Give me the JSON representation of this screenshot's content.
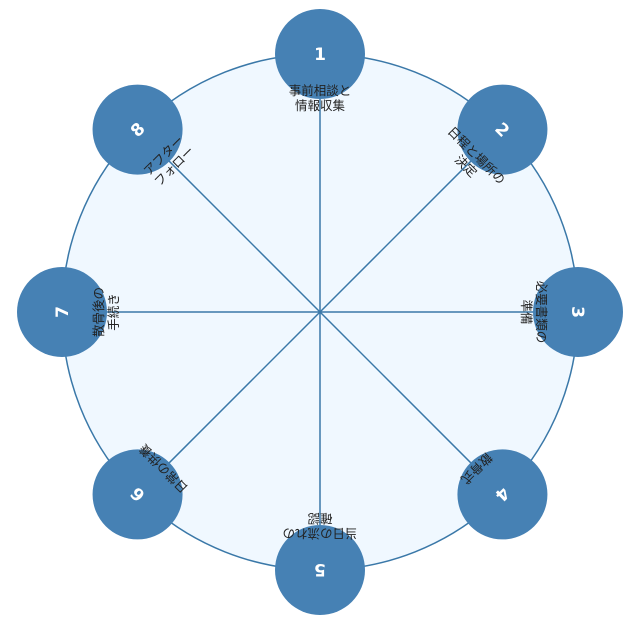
{
  "colors": {
    "node": "#4681b4",
    "ring": "#3a78a8",
    "fill": "#f0f8ff"
  },
  "steps": [
    {
      "number": "1",
      "lines": [
        "事前相談と",
        "情報収集"
      ]
    },
    {
      "number": "2",
      "lines": [
        "日程と場所の",
        "決定"
      ]
    },
    {
      "number": "3",
      "lines": [
        "必要書類の",
        "準備"
      ]
    },
    {
      "number": "4",
      "lines": [
        "散骨式"
      ]
    },
    {
      "number": "5",
      "lines": [
        "当日の流れの",
        "確認"
      ]
    },
    {
      "number": "6",
      "lines": [
        "日常の供養"
      ]
    },
    {
      "number": "7",
      "lines": [
        "散骨後の",
        "手続き"
      ]
    },
    {
      "number": "8",
      "lines": [
        "アフター",
        "フォロー"
      ]
    }
  ]
}
